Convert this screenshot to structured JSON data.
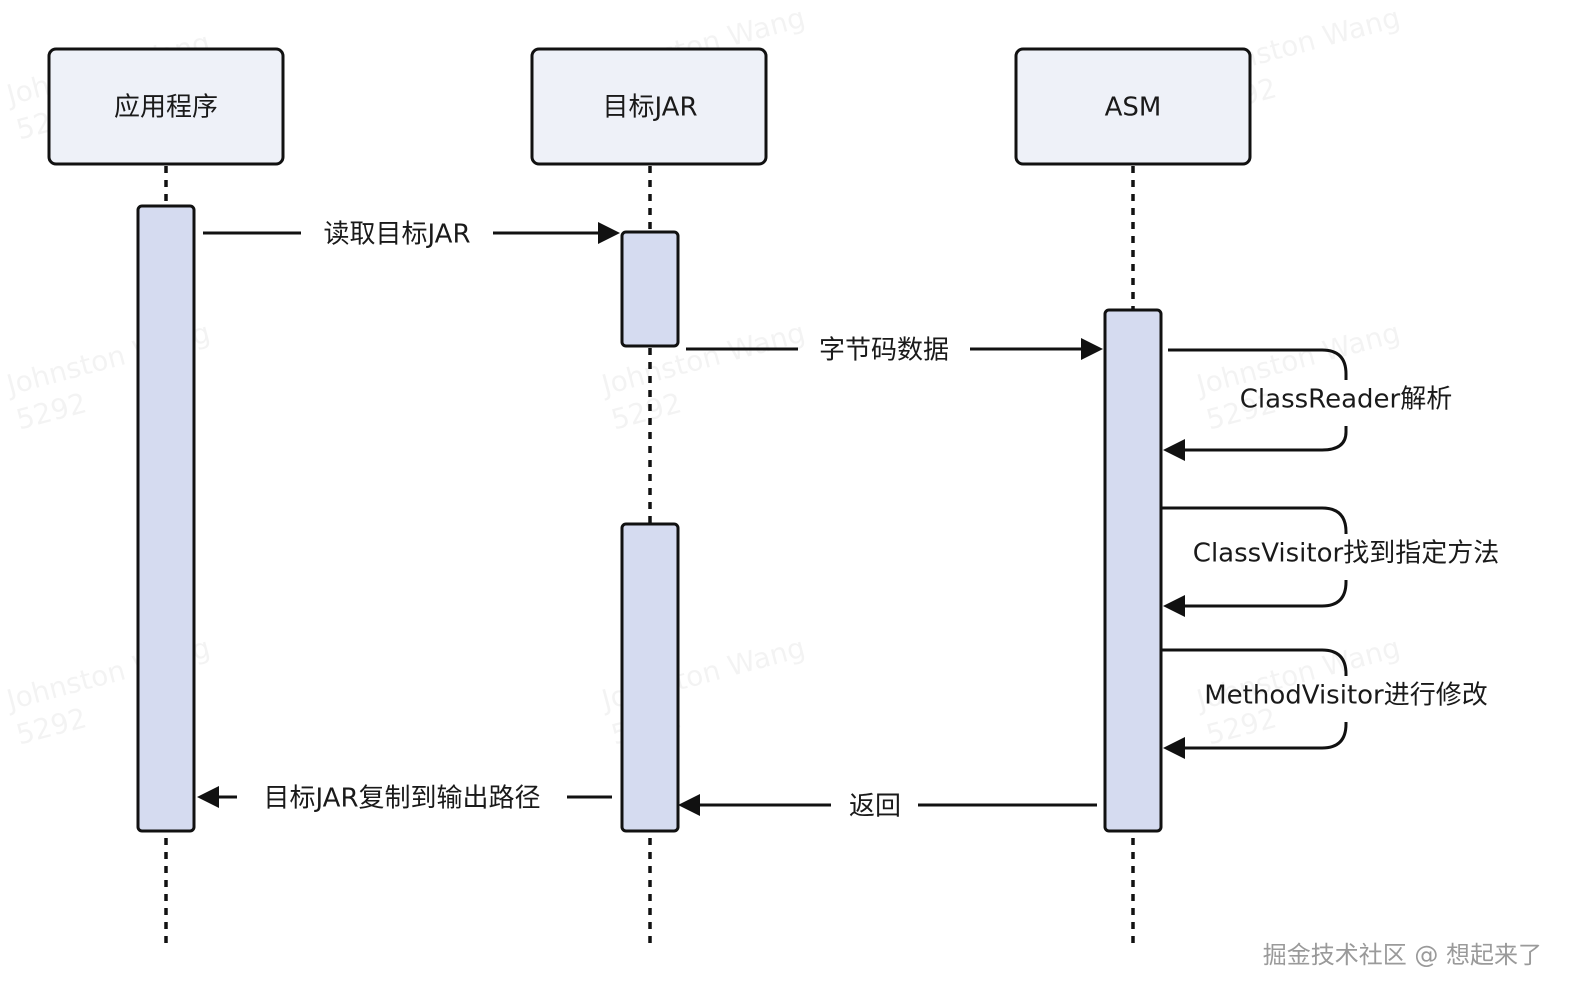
{
  "participants": [
    {
      "id": "app",
      "label": "应用程序"
    },
    {
      "id": "jar",
      "label": "目标JAR"
    },
    {
      "id": "asm",
      "label": "ASM"
    }
  ],
  "messages": [
    {
      "id": "read-jar",
      "from": "app",
      "to": "jar",
      "label": "读取目标JAR"
    },
    {
      "id": "bytecode",
      "from": "jar",
      "to": "asm",
      "label": "字节码数据"
    },
    {
      "id": "return",
      "from": "asm",
      "to": "jar",
      "label": "返回"
    },
    {
      "id": "copy-out",
      "from": "jar",
      "to": "app",
      "label": "目标JAR复制到输出路径"
    }
  ],
  "self_messages": [
    {
      "id": "classreader",
      "on": "asm",
      "label": "ClassReader解析"
    },
    {
      "id": "classvisitor",
      "on": "asm",
      "label": "ClassVisitor找到指定方法"
    },
    {
      "id": "methodvisitor",
      "on": "asm",
      "label": "MethodVisitor进行修改"
    }
  ],
  "watermark": {
    "name": "Johnston Wang",
    "code": "5292"
  },
  "credit": "掘金技术社区 @ 想起来了",
  "colors": {
    "participant_fill": "#eef1f8",
    "activation_fill": "#d5dbf0",
    "stroke": "#111111"
  }
}
